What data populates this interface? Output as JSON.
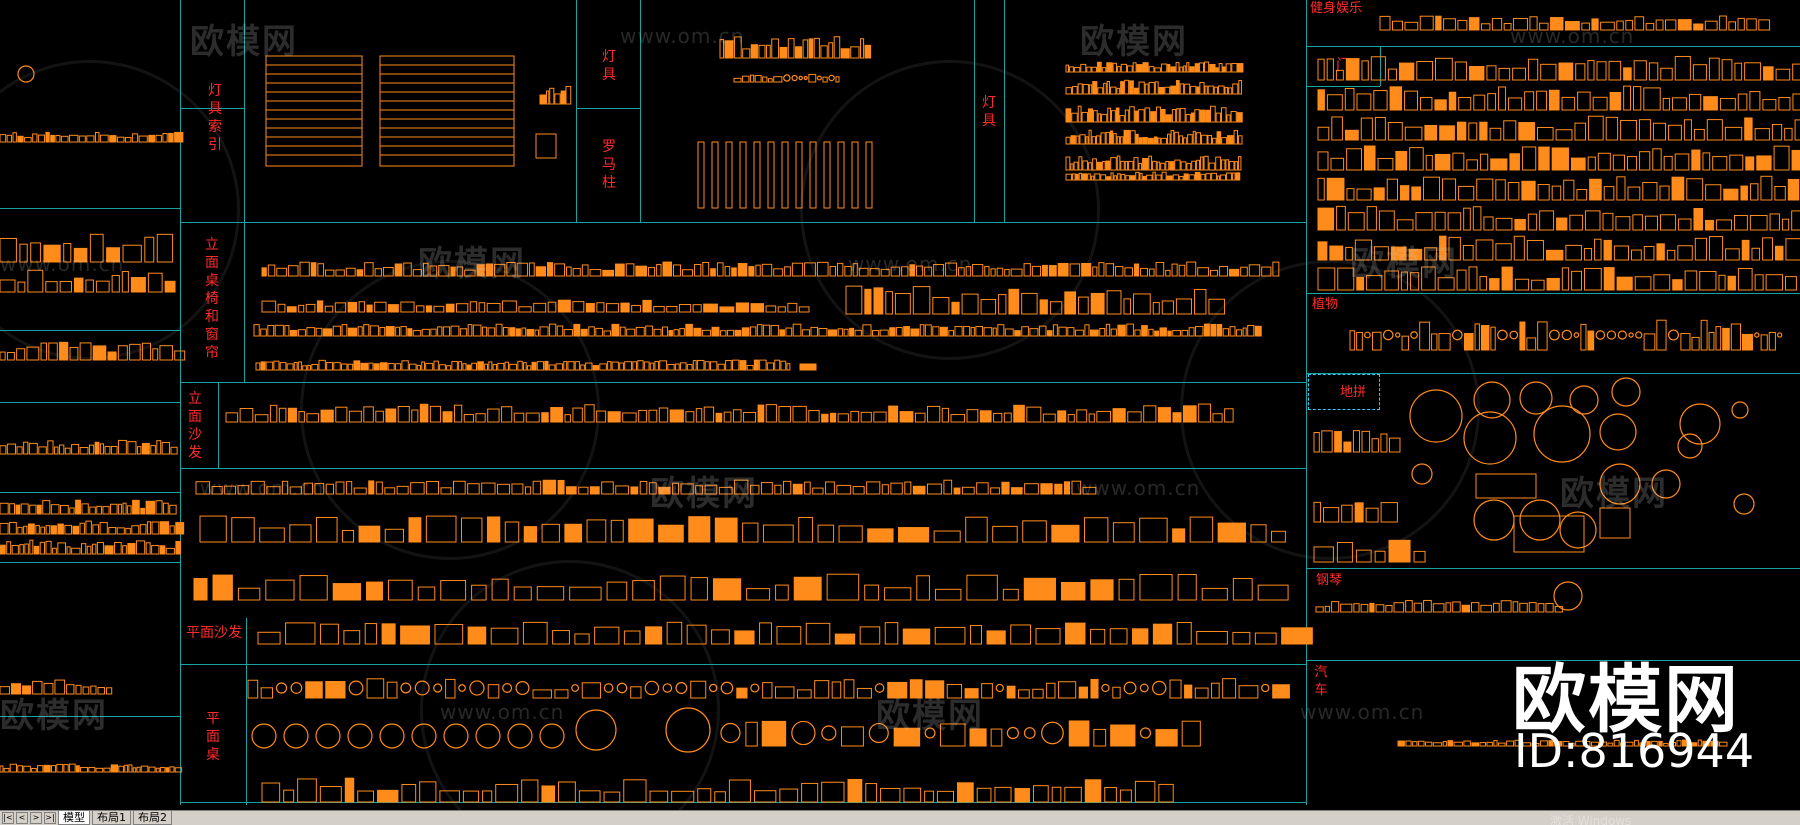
{
  "watermark": {
    "brand": "欧模网",
    "url": "www.om.cn"
  },
  "labels": {
    "lamp_index": "灯具索引",
    "lamp_top": "灯具",
    "roman_column": "罗马柱",
    "lamp_right": "灯具",
    "elevation_table_chair_curtain": "立面桌椅和窗帘",
    "elevation_sofa": "立面沙发",
    "plan_sofa": "平面沙发",
    "plan_table": "平面桌",
    "fitness": "健身娱乐",
    "door": "门",
    "plant": "植物",
    "floor_tile": "地拼",
    "piano": "钢琴",
    "car": "汽车"
  },
  "brand_overlay": {
    "title": "欧模网",
    "id": "ID:816944"
  },
  "tabs": {
    "model": "模型",
    "layout1": "布局1",
    "layout2": "布局2"
  },
  "status": {
    "activate": "激活 Windows"
  },
  "colors": {
    "background": "#000000",
    "grid": "#15a3a3",
    "label": "#ff2b2b",
    "block": "#ff8c1a"
  }
}
